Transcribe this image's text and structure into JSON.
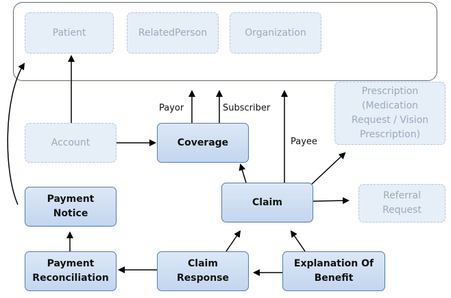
{
  "group": {
    "items": [
      "Patient",
      "RelatedPerson",
      "Organization"
    ]
  },
  "nodes": {
    "account": "Account",
    "coverage": "Coverage",
    "claim": "Claim",
    "prescription": [
      "Prescription",
      "(Medication",
      "Request / Vision",
      "Prescription)"
    ],
    "referral": [
      "Referral",
      "Request"
    ],
    "payment_notice": [
      "Payment",
      "Notice"
    ],
    "payment_reconciliation": [
      "Payment",
      "Reconciliation"
    ],
    "claim_response": [
      "Claim",
      "Response"
    ],
    "eob": [
      "Explanation Of",
      "Benefit"
    ]
  },
  "edge_labels": {
    "payor": "Payor",
    "subscriber": "Subscriber",
    "payee": "Payee"
  }
}
